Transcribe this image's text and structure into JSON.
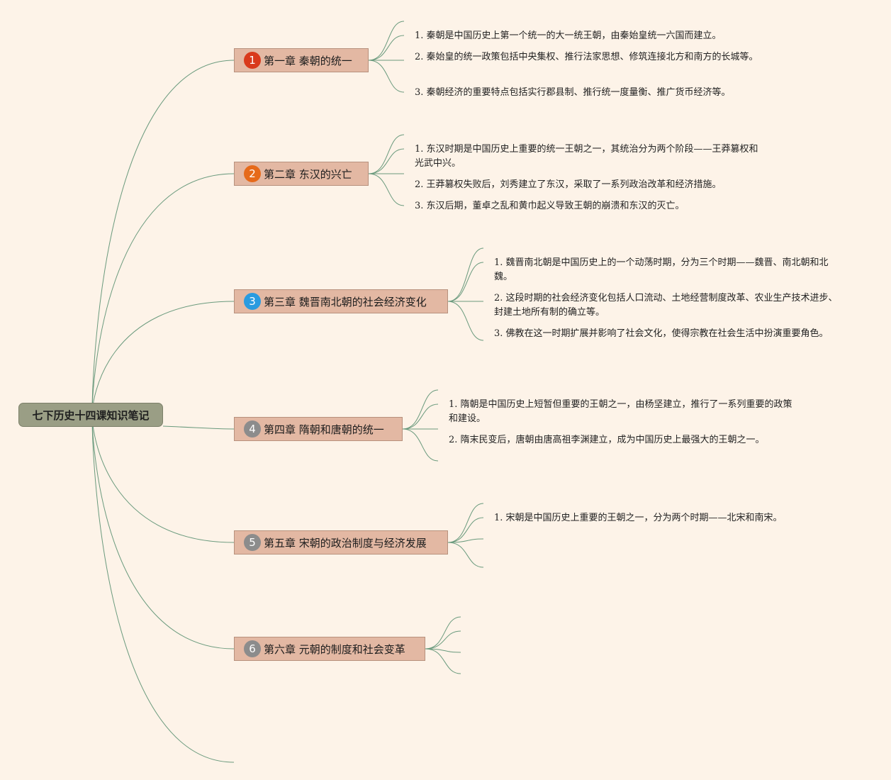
{
  "root": {
    "title": "七下历史十四课知识笔记"
  },
  "chapters": [
    {
      "number": "1",
      "title": "第一章 秦朝的统一",
      "badge_color": "#d93a1c",
      "points": [
        "1. 秦朝是中国历史上第一个统一的大一统王朝，由秦始皇统一六国而建立。",
        "2. 秦始皇的统一政策包括中央集权、推行法家思想、修筑连接北方和南方的长城等。",
        "3. 秦朝经济的重要特点包括实行郡县制、推行统一度量衡、推广货币经济等。"
      ]
    },
    {
      "number": "2",
      "title": "第二章 东汉的兴亡",
      "badge_color": "#e66a1a",
      "points": [
        "1. 东汉时期是中国历史上重要的统一王朝之一，其统治分为两个阶段——王莽篡权和光武中兴。",
        "2. 王莽篡权失败后，刘秀建立了东汉，采取了一系列政治改革和经济措施。",
        "3. 东汉后期，董卓之乱和黄巾起义导致王朝的崩溃和东汉的灭亡。"
      ]
    },
    {
      "number": "3",
      "title": "第三章 魏晋南北朝的社会经济变化",
      "badge_color": "#2a9be0",
      "points": [
        "1. 魏晋南北朝是中国历史上的一个动荡时期，分为三个时期——魏晋、南北朝和北魏。",
        "2. 这段时期的社会经济变化包括人口流动、土地经营制度改革、农业生产技术进步、封建土地所有制的确立等。",
        "3. 佛教在这一时期扩展并影响了社会文化，使得宗教在社会生活中扮演重要角色。"
      ]
    },
    {
      "number": "4",
      "title": "第四章 隋朝和唐朝的统一",
      "badge_color": "#8c8c8c",
      "points": [
        "1. 隋朝是中国历史上短暂但重要的王朝之一，由杨坚建立，推行了一系列重要的政策和建设。",
        "2. 隋末民变后，唐朝由唐高祖李渊建立，成为中国历史上最强大的王朝之一。"
      ]
    },
    {
      "number": "5",
      "title": "第五章 宋朝的政治制度与经济发展",
      "badge_color": "#8c8c8c",
      "points": [
        "1. 宋朝是中国历史上重要的王朝之一，分为两个时期——北宋和南宋。"
      ]
    },
    {
      "number": "6",
      "title": "第六章 元朝的制度和社会变革",
      "badge_color": "#8c8c8c",
      "points": []
    }
  ]
}
